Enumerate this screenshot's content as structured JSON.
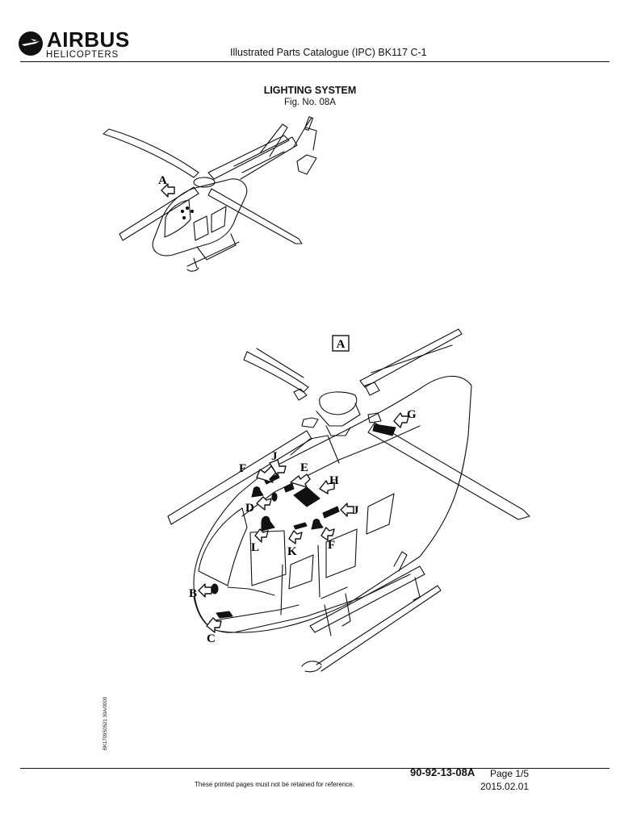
{
  "header": {
    "brand": "AIRBUS",
    "brand_sub": "HELICOPTERS",
    "title": "Illustrated Parts Catalogue (IPC) BK117 C-1"
  },
  "figure": {
    "title": "LIGHTING SYSTEM",
    "number": "Fig. No. 08A",
    "overview_callout": "A",
    "detail_box": "A",
    "callouts": {
      "b": "B",
      "c": "C",
      "d": "D",
      "e": "E",
      "f1": "F",
      "f2": "F",
      "g": "G",
      "h": "H",
      "j1": "J",
      "j2": "J",
      "k": "K",
      "l": "L"
    },
    "side_code": "BK1709S0521 30A/0000"
  },
  "footer": {
    "doc_number": "90-92-13-08A",
    "page": "Page 1/5",
    "date": "2015.02.01",
    "disclaimer": "These printed pages must not be retained for reference."
  }
}
